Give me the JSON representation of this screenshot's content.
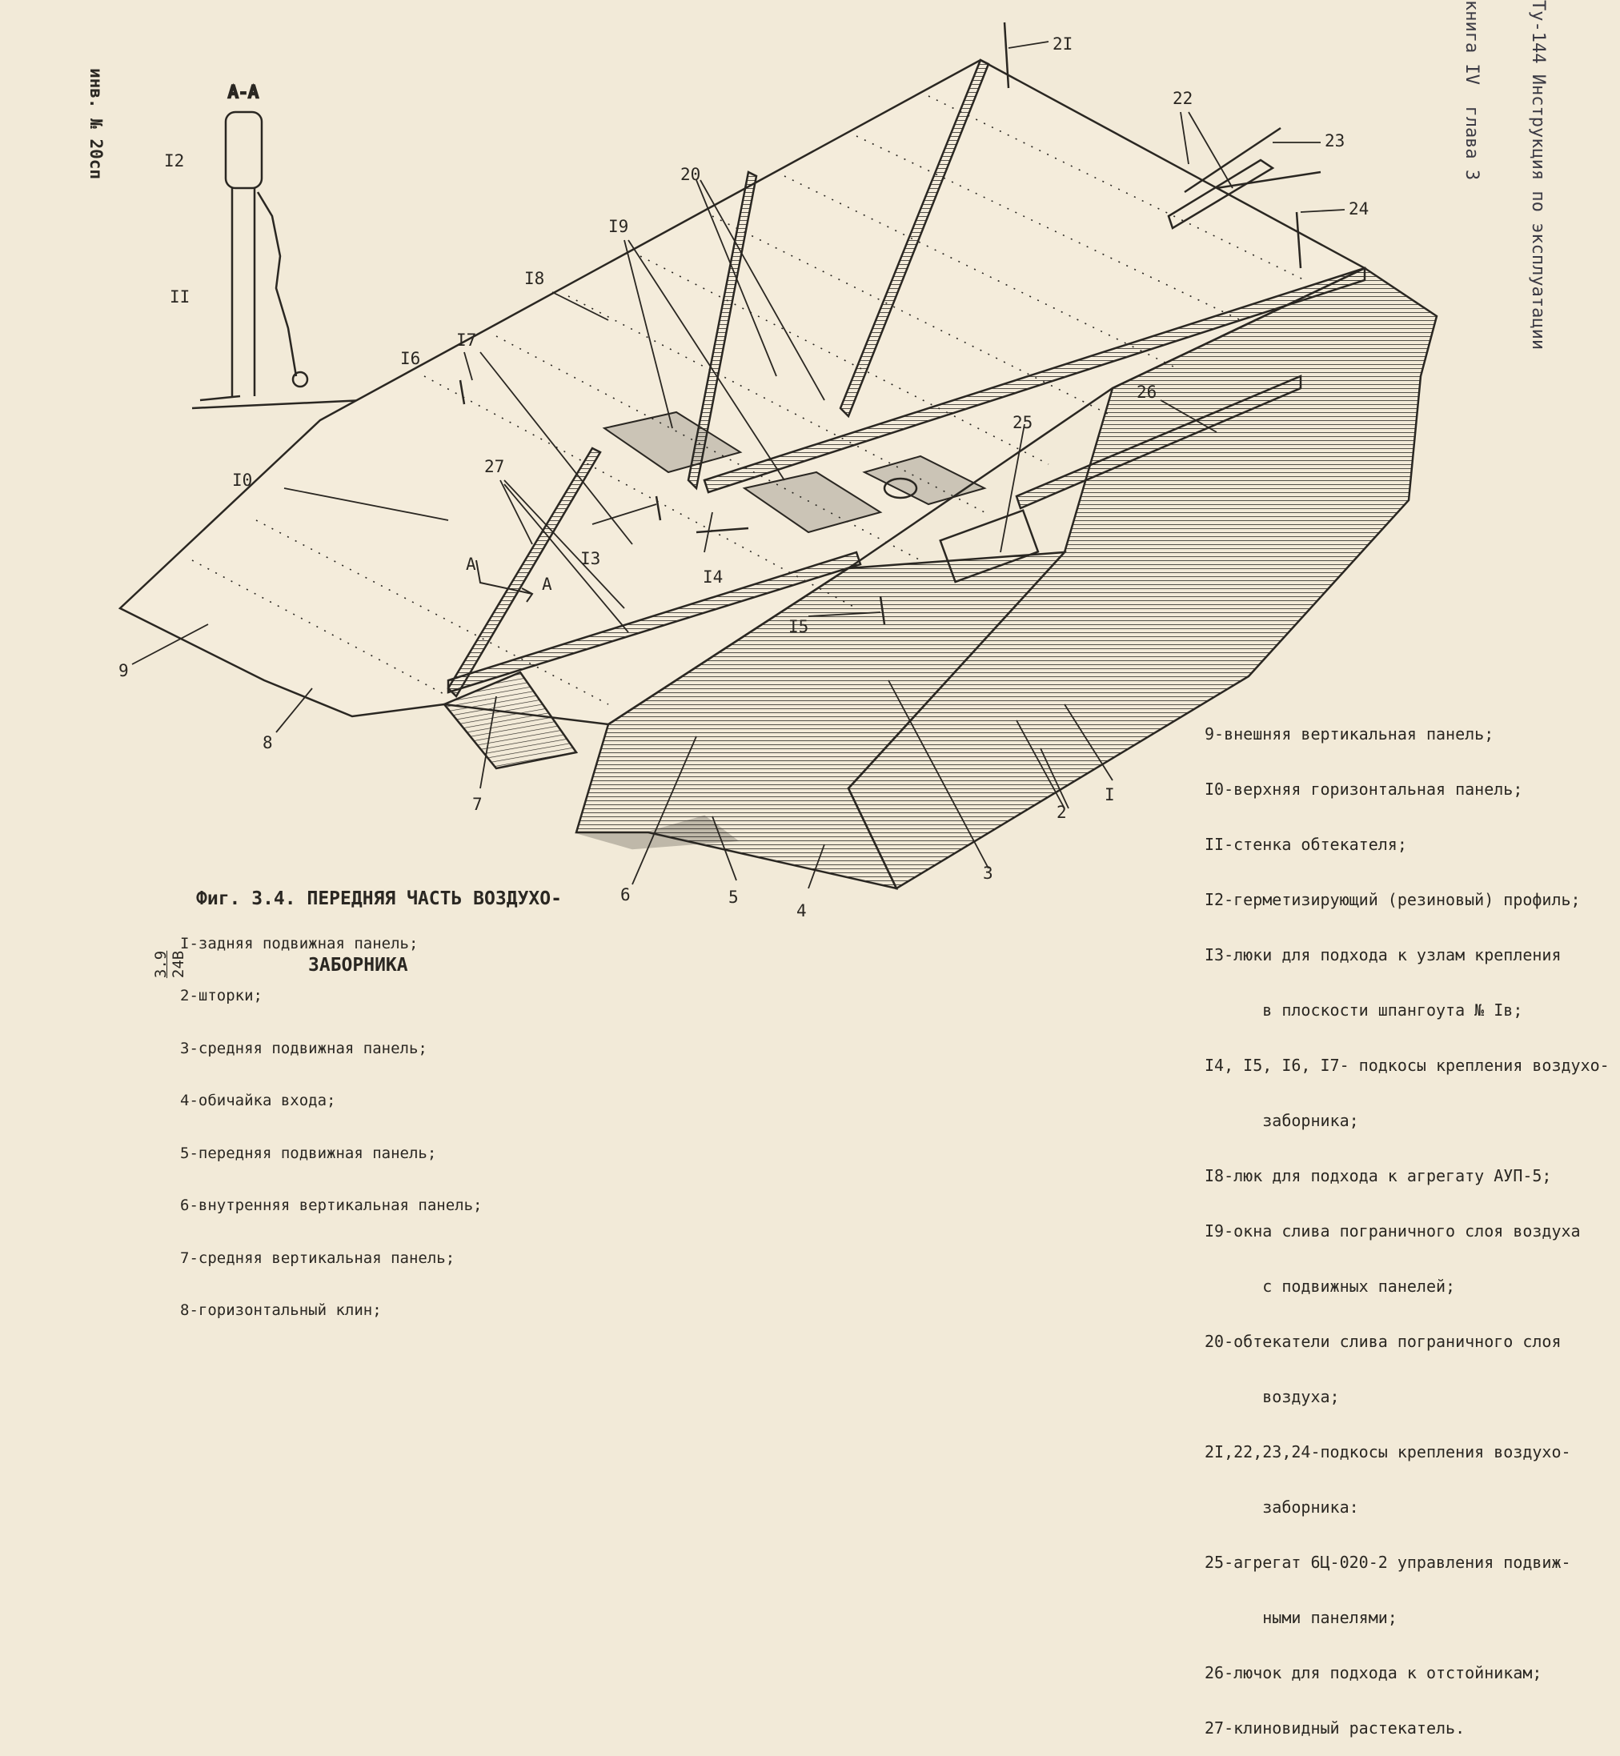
{
  "section_label": "А-А",
  "section_marks": [
    "А",
    "А"
  ],
  "side_reference": "инв. № 20сп",
  "margin_note": [
    "Ту-144 Инструкция по эксплуатации",
    "книга IV  глава 3"
  ],
  "page_number": "3.9",
  "page_code": "24В",
  "figure_title": [
    "Фиг. 3.4. ПЕРЕДНЯЯ ЧАСТЬ ВОЗДУХО-",
    "ЗАБОРНИКА"
  ],
  "callouts": [
    "I",
    "2",
    "3",
    "4",
    "5",
    "6",
    "7",
    "8",
    "9",
    "I0",
    "II",
    "I2",
    "I3",
    "I4",
    "I5",
    "I6",
    "I7",
    "I8",
    "I9",
    "20",
    "2I",
    "22",
    "23",
    "24",
    "25",
    "26",
    "27"
  ],
  "legend_left": [
    "I-задняя подвижная панель;",
    "2-шторки;",
    "3-средняя подвижная панель;",
    "4-обичайка входа;",
    "5-передняя подвижная панель;",
    "6-внутренняя вертикальная панель;",
    "7-средняя вертикальная панель;",
    "8-горизонтальный клин;"
  ],
  "legend_right": [
    "9-внешняя вертикальная панель;",
    "I0-верхняя горизонтальная панель;",
    "II-стенка обтекателя;",
    "I2-герметизирующий (резиновый) профиль;",
    "I3-люки для подхода к узлам крепления",
    "      в плоскости шпангоута № Iв;",
    "I4, I5, I6, I7- подкосы крепления воздухо-",
    "      заборника;",
    "I8-люк для подхода к агрегату АУП-5;",
    "I9-окна слива пограничного слоя воздуха",
    "      с подвижных панелей;",
    "20-обтекатели слива пограничного слоя",
    "      воздуха;",
    "2I,22,23,24-подкосы крепления воздухо-",
    "      заборника:",
    "25-агрегат 6Ц-020-2 управления подвиж-",
    "      ными панелями;",
    "26-лючок для подхода к отстойникам;",
    "27-клиновидный растекатель."
  ],
  "colors": {
    "paper": "#f2ead8",
    "ink": "#2a2722",
    "margin_ink": "#3b3a44"
  }
}
